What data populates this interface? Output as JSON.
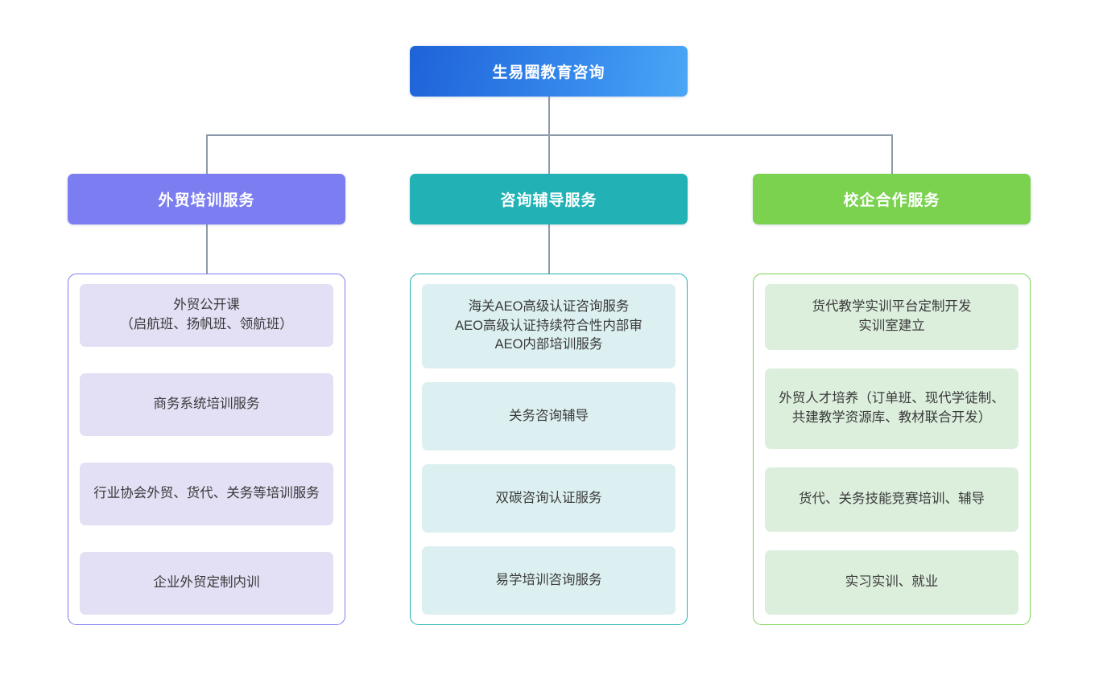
{
  "diagram": {
    "title": "生易圈教育咨询",
    "root": {
      "label": "生易圈教育咨询",
      "color": "#2f7fe8"
    },
    "branches": [
      {
        "header": "外贸培训服务",
        "color": "#7b7df0",
        "item_fill": "#e3dff5",
        "items": [
          {
            "lines": [
              "外贸公开课",
              "（启航班、扬帆班、领航班）"
            ]
          },
          {
            "lines": [
              "商务系统培训服务"
            ]
          },
          {
            "lines": [
              "行业协会外贸、货代、关务等培训服务"
            ]
          },
          {
            "lines": [
              "企业外贸定制内训"
            ]
          }
        ]
      },
      {
        "header": "咨询辅导服务",
        "color": "#22b2b5",
        "item_fill": "#ddf0f1",
        "items": [
          {
            "lines": [
              "海关AEO高级认证咨询服务",
              "AEO高级认证持续符合性内部审",
              "AEO内部培训服务"
            ]
          },
          {
            "lines": [
              "关务咨询辅导"
            ]
          },
          {
            "lines": [
              "双碳咨询认证服务"
            ]
          },
          {
            "lines": [
              "易学培训咨询服务"
            ]
          }
        ]
      },
      {
        "header": "校企合作服务",
        "color": "#7ad24f",
        "item_fill": "#dcefdd",
        "items": [
          {
            "lines": [
              "货代教学实训平台定制开发",
              "实训室建立"
            ]
          },
          {
            "lines": [
              "外贸人才培养（订单班、现代学徒制、共建教学资源库、教材联合开发）"
            ]
          },
          {
            "lines": [
              "货代、关务技能竞赛培训、辅导"
            ]
          },
          {
            "lines": [
              "实习实训、就业"
            ]
          }
        ]
      }
    ],
    "connector_color": "#8c9bab"
  }
}
